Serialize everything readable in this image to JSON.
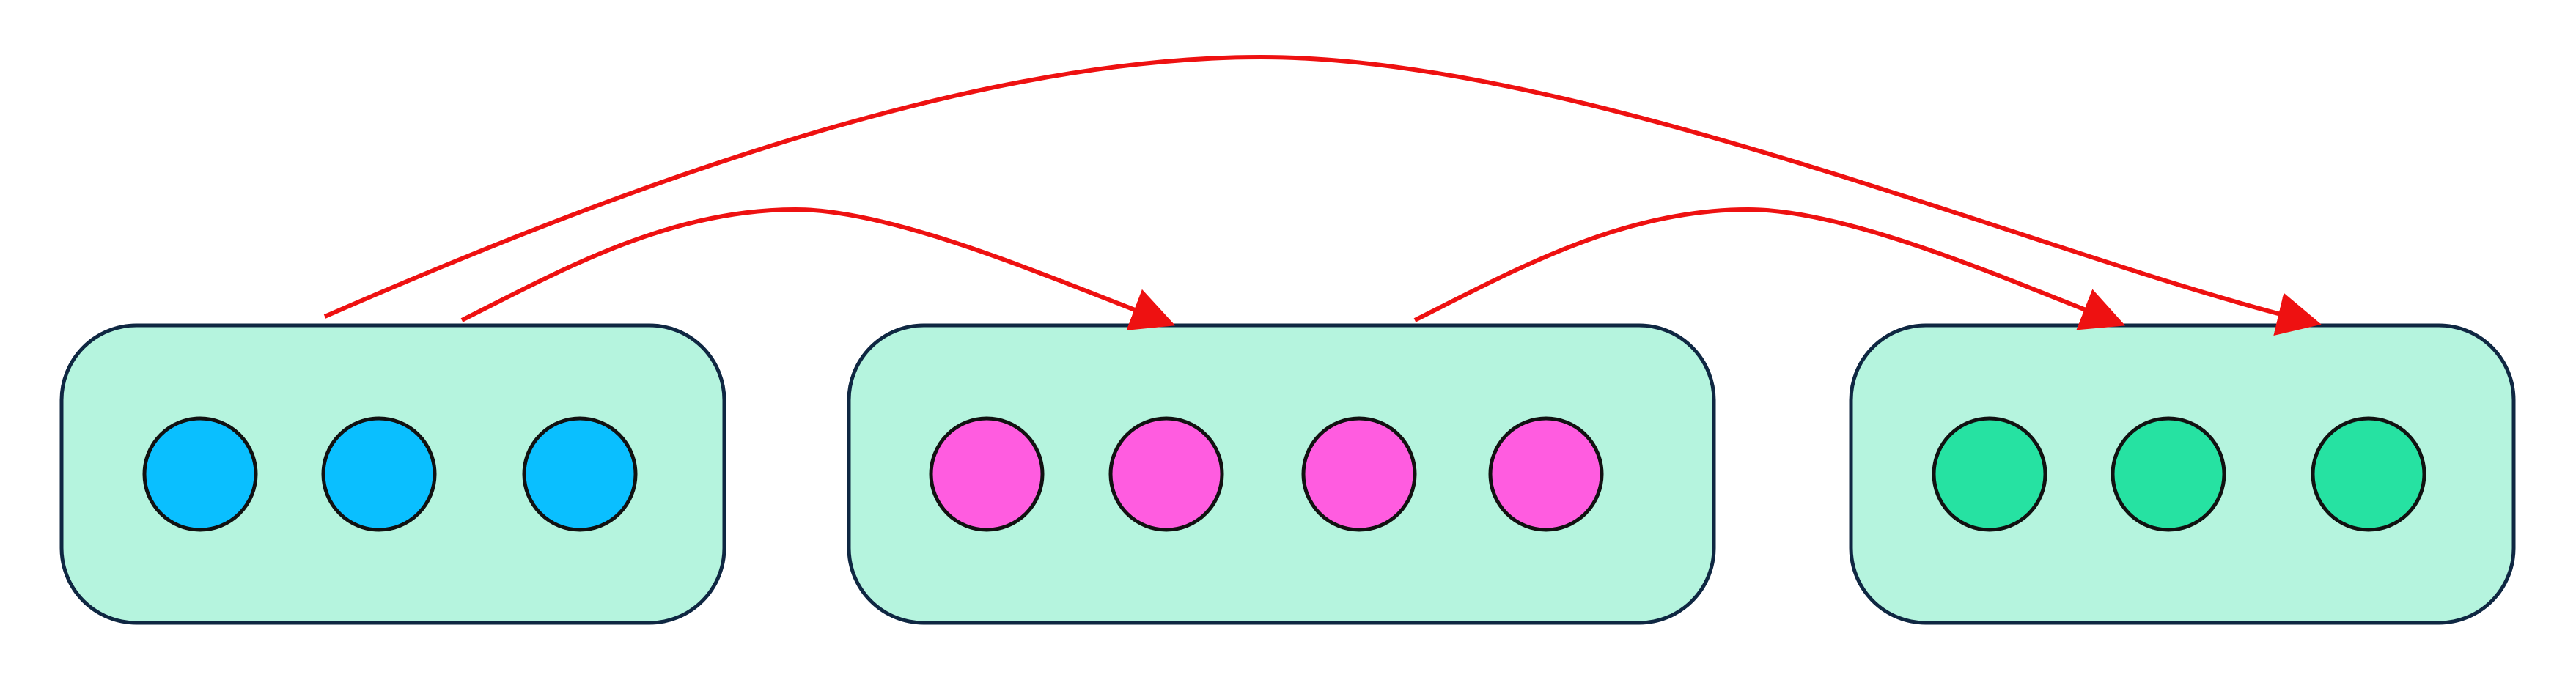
{
  "colors": {
    "background": "#ffffff",
    "group_fill": "#b5f4de",
    "group_stroke": "#0f2742",
    "node_stroke": "#111111",
    "arrow": "#ee1111"
  },
  "groups": [
    {
      "id": "group-1",
      "node_color": "#0abfff",
      "node_count": 3
    },
    {
      "id": "group-2",
      "node_color": "#ff5ce0",
      "node_count": 4
    },
    {
      "id": "group-3",
      "node_color": "#26e2a2",
      "node_count": 3
    }
  ],
  "edges": [
    {
      "from": "group-1",
      "to": "group-2"
    },
    {
      "from": "group-1",
      "to": "group-3"
    },
    {
      "from": "group-2",
      "to": "group-3"
    }
  ]
}
